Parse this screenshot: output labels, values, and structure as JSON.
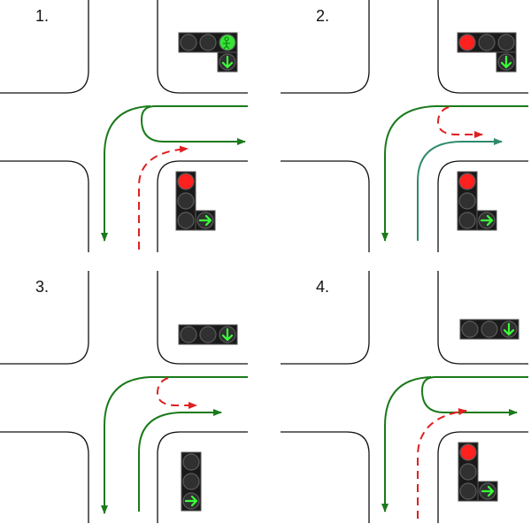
{
  "panels": [
    {
      "label": "1.",
      "colors": {
        "vehicle": "#1b7a1b",
        "yield": "#e02020"
      }
    },
    {
      "label": "2.",
      "colors": {
        "vehicle": "#1b7a1b",
        "cross": "#2e8b6e",
        "yield": "#e02020"
      }
    },
    {
      "label": "3.",
      "colors": {
        "vehicle": "#1b7a1b",
        "yield": "#e02020"
      }
    },
    {
      "label": "4.",
      "colors": {
        "vehicle": "#1b7a1b",
        "yield": "#e02020"
      }
    }
  ],
  "signals": {
    "lamp_colors": {
      "red": "#ff2020",
      "green": "#36e336",
      "off": "#303030",
      "arrow": "#39ff39"
    },
    "icons": [
      "arrow-down-icon",
      "arrow-right-icon",
      "pedestrian-icon"
    ]
  }
}
